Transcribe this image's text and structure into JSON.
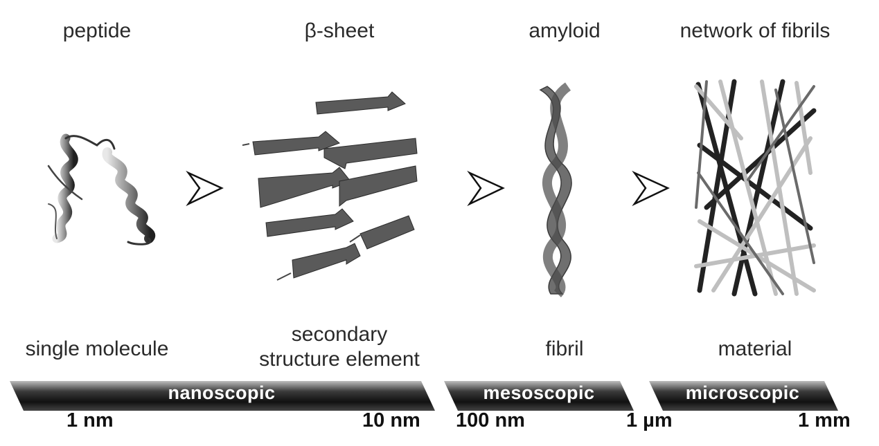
{
  "stages": [
    {
      "title": "peptide",
      "caption": "single molecule"
    },
    {
      "title": "β-sheet",
      "caption_line1": "secondary",
      "caption_line2": "structure element"
    },
    {
      "title": "amyloid",
      "caption": "fibril"
    },
    {
      "title": "network of fibrils",
      "caption": "material"
    }
  ],
  "scale_bars": [
    {
      "label": "nanoscopic"
    },
    {
      "label": "mesoscopic"
    },
    {
      "label": "microscopic"
    }
  ],
  "ticks": [
    "1 nm",
    "10 nm",
    "100 nm",
    "1 µm",
    "1 mm"
  ],
  "colors": {
    "bar_dark": "#1a1a1a",
    "bar_light": "#8a8a8a",
    "ribbon": "#5a5a5a"
  }
}
